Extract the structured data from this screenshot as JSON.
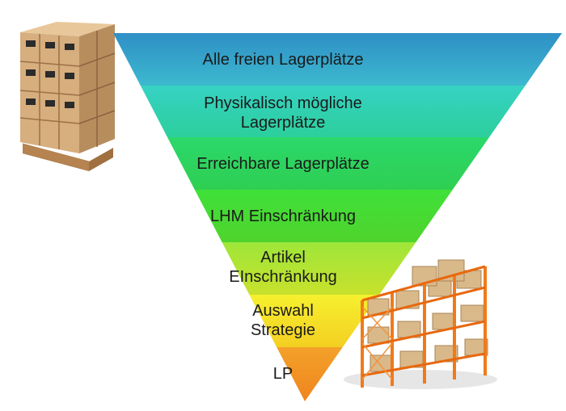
{
  "funnel": {
    "levels": [
      {
        "lines": [
          "Alle freien Lagerplätze"
        ],
        "color_top": "#2f8fc6",
        "color_bottom": "#3cb9cf"
      },
      {
        "lines": [
          "Physikalisch mögliche",
          "Lagerplätze"
        ],
        "color_top": "#36d2c4",
        "color_bottom": "#2ccf9c"
      },
      {
        "lines": [
          "Erreichbare Lagerplätze"
        ],
        "color_top": "#2bd86b",
        "color_bottom": "#2fcf52"
      },
      {
        "lines": [
          "LHM Einschränkung"
        ],
        "color_top": "#3fe03a",
        "color_bottom": "#4fd42c"
      },
      {
        "lines": [
          "Artikel",
          "EInschränkung"
        ],
        "color_top": "#9ee63a",
        "color_bottom": "#c8e12c"
      },
      {
        "lines": [
          "Auswahl",
          "Strategie"
        ],
        "color_top": "#f6f02e",
        "color_bottom": "#f3cf22"
      },
      {
        "lines": [
          "LP"
        ],
        "color_top": "#f3a12a",
        "color_bottom": "#f0841e"
      }
    ]
  },
  "decorations": {
    "pallet_icon": "pallet-boxes-icon",
    "rack_icon": "warehouse-rack-icon",
    "box_color": "#c8a070",
    "rack_color": "#f07a1a"
  }
}
